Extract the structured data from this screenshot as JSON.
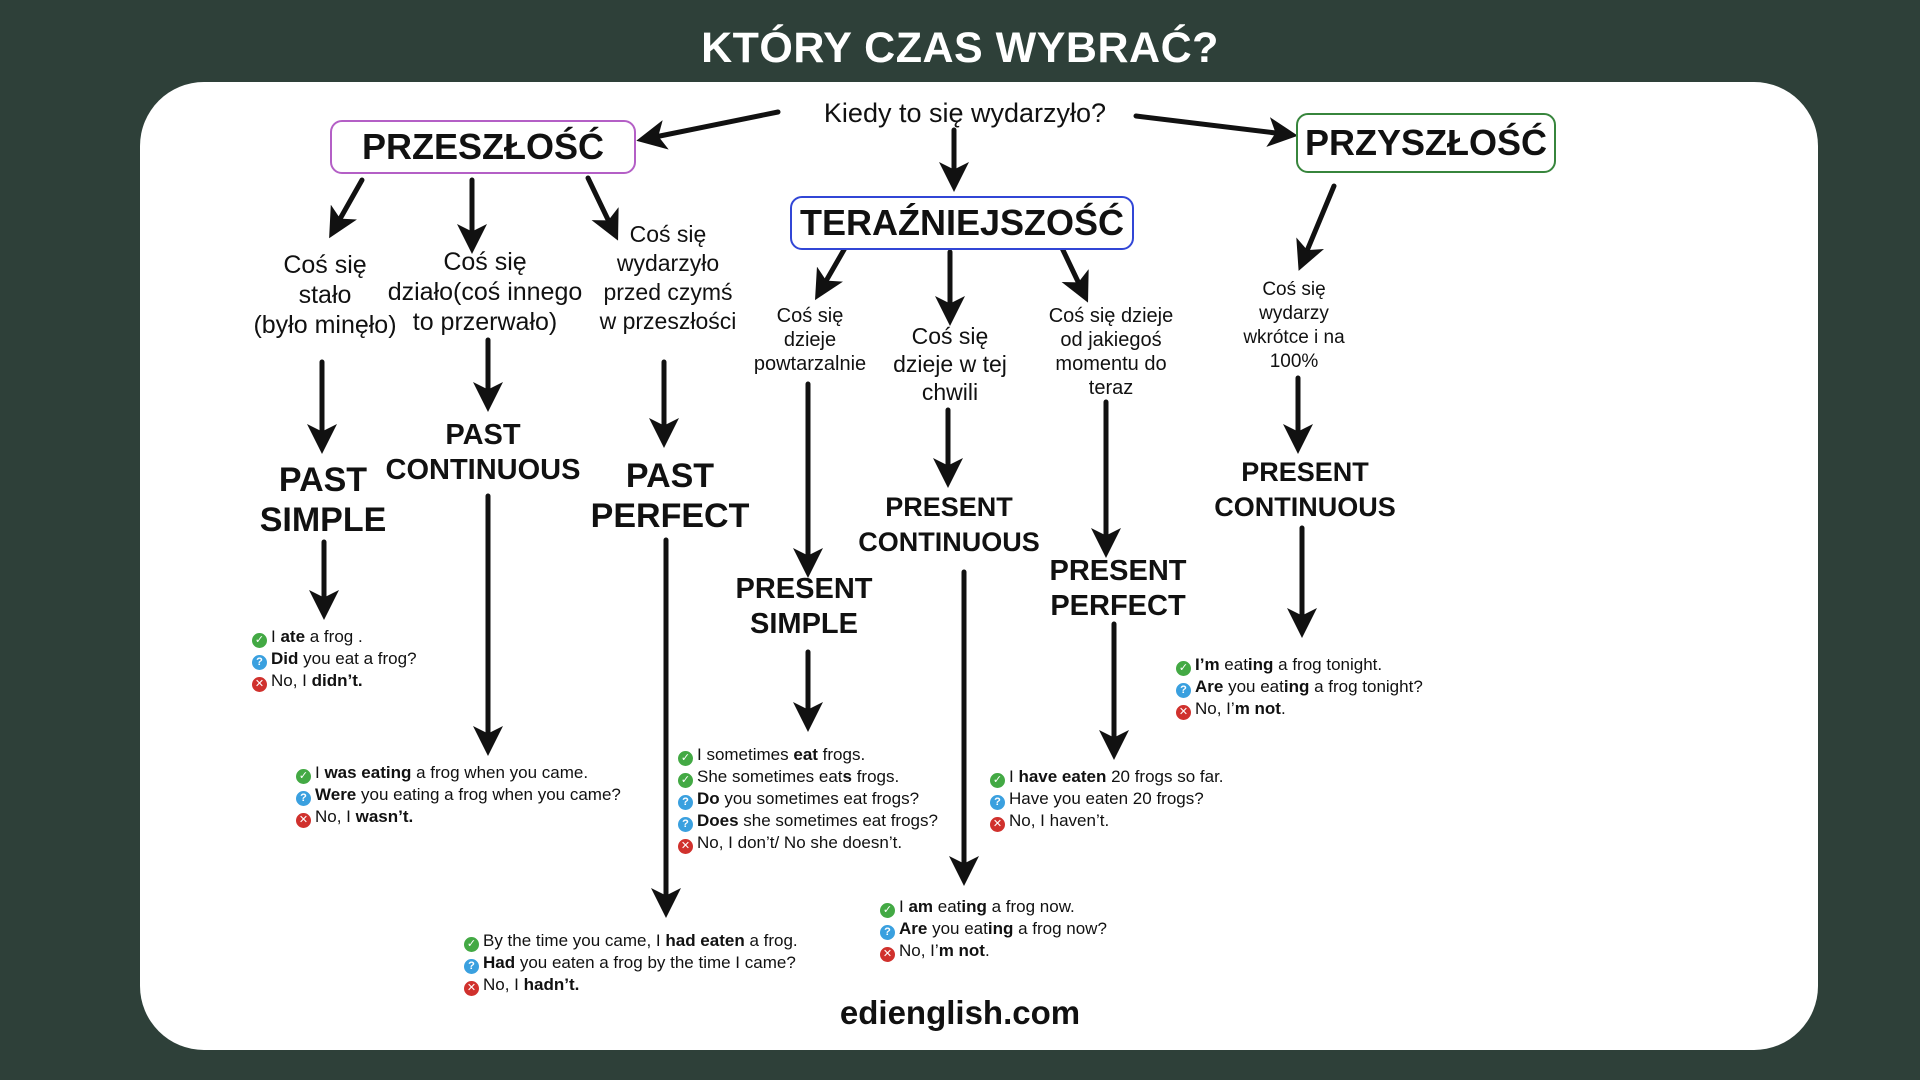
{
  "title": "KTÓRY CZAS WYBRAĆ?",
  "question": "Kiedy to się wydarzyło?",
  "categories": {
    "past": "PRZESZŁOŚĆ",
    "present": "TERAŹNIEJSZOŚĆ",
    "future": "PRZYSZŁOŚĆ"
  },
  "branches": {
    "past_simple": {
      "condition": [
        "Coś się",
        "stało",
        "(było minęło)"
      ],
      "tense": [
        "PAST",
        "SIMPLE"
      ],
      "examples": [
        {
          "icon": "check",
          "parts": [
            {
              "t": "I "
            },
            {
              "t": "ate",
              "b": true
            },
            {
              "t": " a frog ."
            }
          ]
        },
        {
          "icon": "q",
          "parts": [
            {
              "t": "Did",
              "b": true
            },
            {
              "t": " you eat a frog?"
            }
          ]
        },
        {
          "icon": "x",
          "parts": [
            {
              "t": "No, I "
            },
            {
              "t": "didn’t.",
              "b": true
            }
          ]
        }
      ]
    },
    "past_continuous": {
      "condition": [
        "Coś się",
        "działo(coś innego",
        "to przerwało)"
      ],
      "tense": [
        "PAST",
        "CONTINUOUS"
      ],
      "examples": [
        {
          "icon": "check",
          "parts": [
            {
              "t": "I "
            },
            {
              "t": "was eating",
              "b": true
            },
            {
              "t": " a frog when you came."
            }
          ]
        },
        {
          "icon": "q",
          "parts": [
            {
              "t": "Were",
              "b": true
            },
            {
              "t": " you eating a frog when you came?"
            }
          ]
        },
        {
          "icon": "x",
          "parts": [
            {
              "t": "No, I "
            },
            {
              "t": "wasn’t.",
              "b": true
            }
          ]
        }
      ]
    },
    "past_perfect": {
      "condition": [
        "Coś się",
        "wydarzyło",
        "przed czymś",
        "w przeszłości"
      ],
      "tense": [
        "PAST",
        "PERFECT"
      ],
      "examples": [
        {
          "icon": "check",
          "parts": [
            {
              "t": "By the time you came, I "
            },
            {
              "t": "had eaten",
              "b": true
            },
            {
              "t": " a frog."
            }
          ]
        },
        {
          "icon": "q",
          "parts": [
            {
              "t": "Had",
              "b": true
            },
            {
              "t": " you eaten a frog by the time I came?"
            }
          ]
        },
        {
          "icon": "x",
          "parts": [
            {
              "t": "No, I "
            },
            {
              "t": "hadn’t.",
              "b": true
            }
          ]
        }
      ]
    },
    "present_simple": {
      "condition": [
        "Coś się",
        "dzieje",
        "powtarzalnie"
      ],
      "tense": [
        "PRESENT",
        "SIMPLE"
      ],
      "examples": [
        {
          "icon": "check",
          "parts": [
            {
              "t": "I sometimes "
            },
            {
              "t": "eat",
              "b": true
            },
            {
              "t": " frogs."
            }
          ]
        },
        {
          "icon": "check",
          "parts": [
            {
              "t": "She sometimes eat"
            },
            {
              "t": "s",
              "b": true
            },
            {
              "t": " frogs."
            }
          ]
        },
        {
          "icon": "q",
          "parts": [
            {
              "t": "Do",
              "b": true
            },
            {
              "t": " you sometimes eat frogs?"
            }
          ]
        },
        {
          "icon": "q",
          "parts": [
            {
              "t": "Does",
              "b": true
            },
            {
              "t": " she sometimes eat frogs?"
            }
          ]
        },
        {
          "icon": "x",
          "parts": [
            {
              "t": "No, I don’t/ No she doesn’t."
            }
          ]
        }
      ]
    },
    "present_continuous": {
      "condition": [
        "Coś się",
        "dzieje w tej",
        "chwili"
      ],
      "tense": [
        "PRESENT",
        "CONTINUOUS"
      ],
      "examples": [
        {
          "icon": "check",
          "parts": [
            {
              "t": "I "
            },
            {
              "t": "am",
              "b": true
            },
            {
              "t": " eat"
            },
            {
              "t": "ing",
              "b": true
            },
            {
              "t": " a frog now."
            }
          ]
        },
        {
          "icon": "q",
          "parts": [
            {
              "t": "Are",
              "b": true
            },
            {
              "t": " you eat"
            },
            {
              "t": "ing",
              "b": true
            },
            {
              "t": " a frog now?"
            }
          ]
        },
        {
          "icon": "x",
          "parts": [
            {
              "t": "No, I’"
            },
            {
              "t": "m not",
              "b": true
            },
            {
              "t": "."
            }
          ]
        }
      ]
    },
    "present_perfect": {
      "condition": [
        "Coś się dzieje",
        "od jakiegoś",
        "momentu do",
        "teraz"
      ],
      "tense": [
        "PRESENT",
        "PERFECT"
      ],
      "examples": [
        {
          "icon": "check",
          "parts": [
            {
              "t": "I "
            },
            {
              "t": "have eaten",
              "b": true
            },
            {
              "t": " 20 frogs so far."
            }
          ]
        },
        {
          "icon": "q",
          "parts": [
            {
              "t": "Have you eaten 20 frogs?"
            }
          ]
        },
        {
          "icon": "x",
          "parts": [
            {
              "t": "No, I haven’t."
            }
          ]
        }
      ]
    },
    "future_continuous": {
      "condition": [
        "Coś się",
        "wydarzy",
        "wkrótce i na",
        "100%"
      ],
      "tense": [
        "PRESENT",
        "CONTINUOUS"
      ],
      "examples": [
        {
          "icon": "check",
          "parts": [
            {
              "t": "I’m",
              "b": true
            },
            {
              "t": " eat"
            },
            {
              "t": "ing",
              "b": true
            },
            {
              "t": " a frog tonight."
            }
          ]
        },
        {
          "icon": "q",
          "parts": [
            {
              "t": "Are",
              "b": true
            },
            {
              "t": " you eat"
            },
            {
              "t": "ing",
              "b": true
            },
            {
              "t": " a frog tonight?"
            }
          ]
        },
        {
          "icon": "x",
          "parts": [
            {
              "t": "No, I’"
            },
            {
              "t": "m not",
              "b": true
            },
            {
              "t": "."
            }
          ]
        }
      ]
    }
  },
  "footer": "edienglish.com",
  "colors": {
    "background": "#2e4039",
    "past_border": "#b45fc6",
    "present_border": "#3146d6",
    "future_border": "#37853c",
    "check": "#43a944",
    "question": "#3aa0df",
    "cross": "#d0312d"
  }
}
